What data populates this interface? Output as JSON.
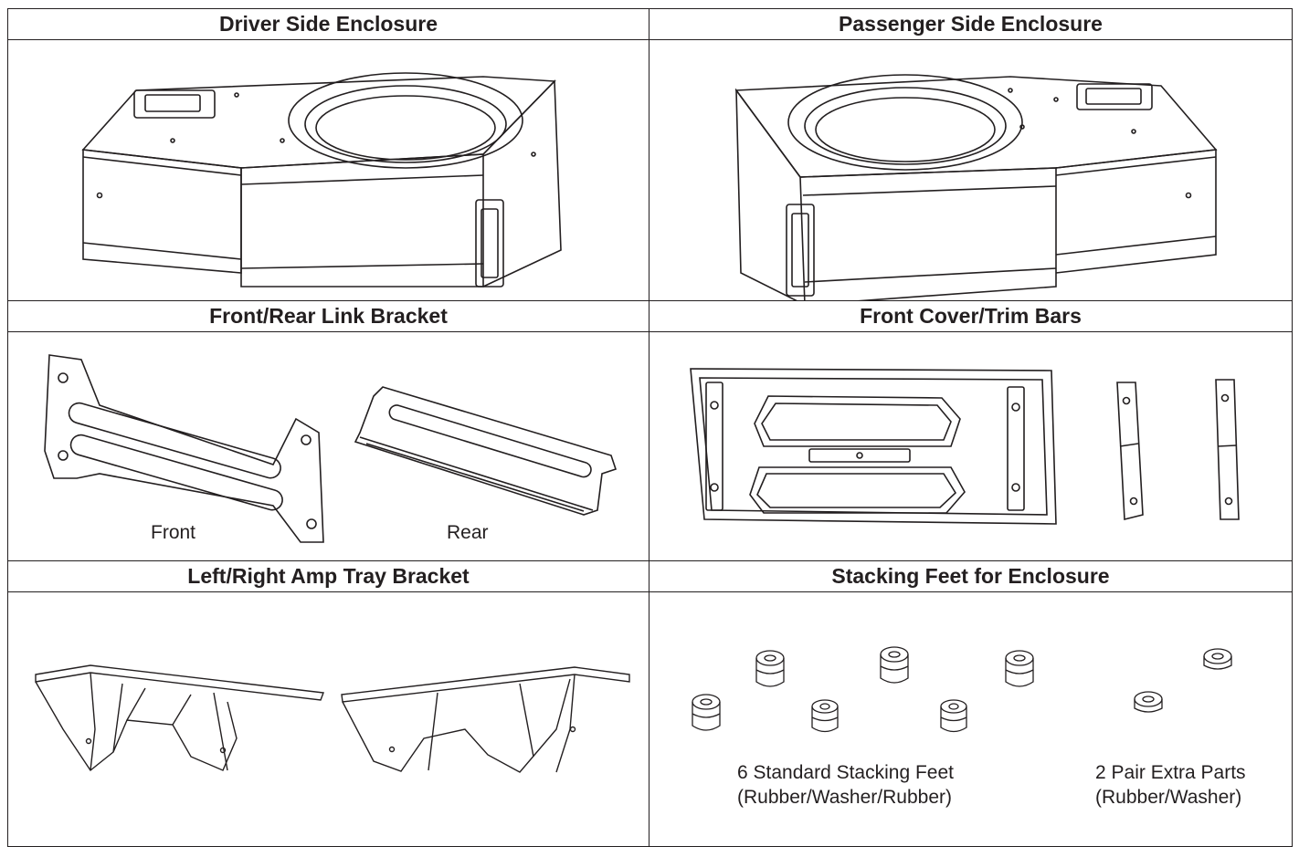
{
  "cells": {
    "driver": {
      "title": "Driver Side Enclosure"
    },
    "passenger": {
      "title": "Passenger Side Enclosure"
    },
    "link_bracket": {
      "title": "Front/Rear Link Bracket",
      "front_label": "Front",
      "rear_label": "Rear"
    },
    "front_cover": {
      "title": "Front Cover/Trim Bars"
    },
    "amp_tray": {
      "title": "Left/Right Amp Tray Bracket"
    },
    "stacking_feet": {
      "title": "Stacking Feet for Enclosure",
      "standard_line1": "6 Standard Stacking Feet",
      "standard_line2": "(Rubber/Washer/Rubber)",
      "extra_line1": "2 Pair Extra Parts",
      "extra_line2": "(Rubber/Washer)"
    }
  },
  "colors": {
    "line": "#231f20",
    "background": "#ffffff"
  }
}
